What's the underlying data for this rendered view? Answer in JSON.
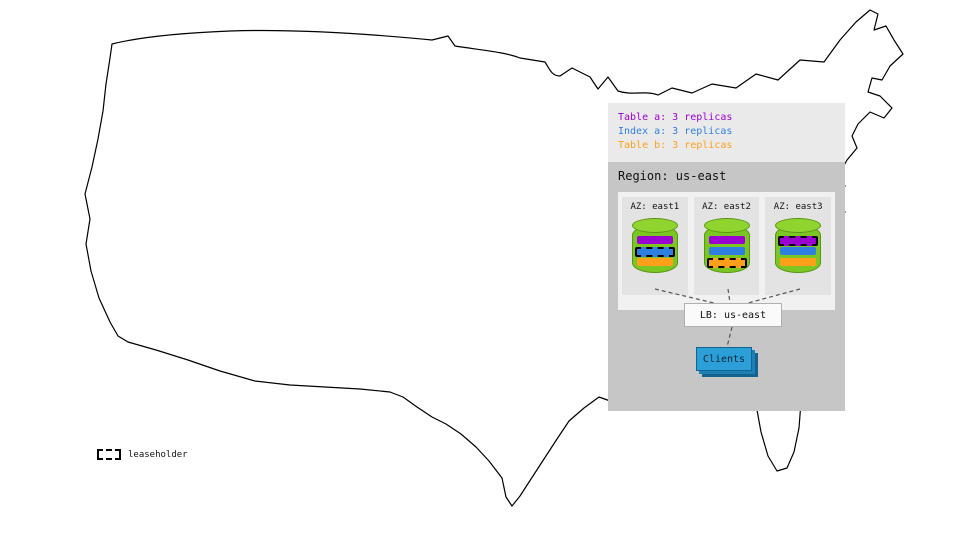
{
  "colors": {
    "table_a": "#9b00d3",
    "index_a": "#2e7fe0",
    "table_b": "#ff9f1a",
    "cylinder_body": "#7cc623",
    "cylinder_top": "#8fd42f",
    "clients_blue": "#2d9fd8",
    "region_bg": "#c6c6c6",
    "legend_bg": "#eaeaea"
  },
  "legend": {
    "items": [
      {
        "id": "table-a",
        "label": "Table a: 3 replicas"
      },
      {
        "id": "index-a",
        "label": "Index a: 3 replicas"
      },
      {
        "id": "table-b",
        "label": "Table b: 3 replicas"
      }
    ]
  },
  "region": {
    "label": "Region: us-east",
    "azs": [
      {
        "label": "AZ: east1",
        "bands": [
          {
            "name": "table_a",
            "leaseholder": false
          },
          {
            "name": "index_a",
            "leaseholder": true
          },
          {
            "name": "table_b",
            "leaseholder": false
          }
        ]
      },
      {
        "label": "AZ: east2",
        "bands": [
          {
            "name": "table_a",
            "leaseholder": false
          },
          {
            "name": "index_a",
            "leaseholder": false
          },
          {
            "name": "table_b",
            "leaseholder": true
          }
        ]
      },
      {
        "label": "AZ: east3",
        "bands": [
          {
            "name": "table_a",
            "leaseholder": true
          },
          {
            "name": "index_a",
            "leaseholder": false
          },
          {
            "name": "table_b",
            "leaseholder": false
          }
        ]
      }
    ],
    "lb_label": "LB: us-east",
    "clients_label": "Clients"
  },
  "key": {
    "leaseholder_label": "leaseholder"
  }
}
